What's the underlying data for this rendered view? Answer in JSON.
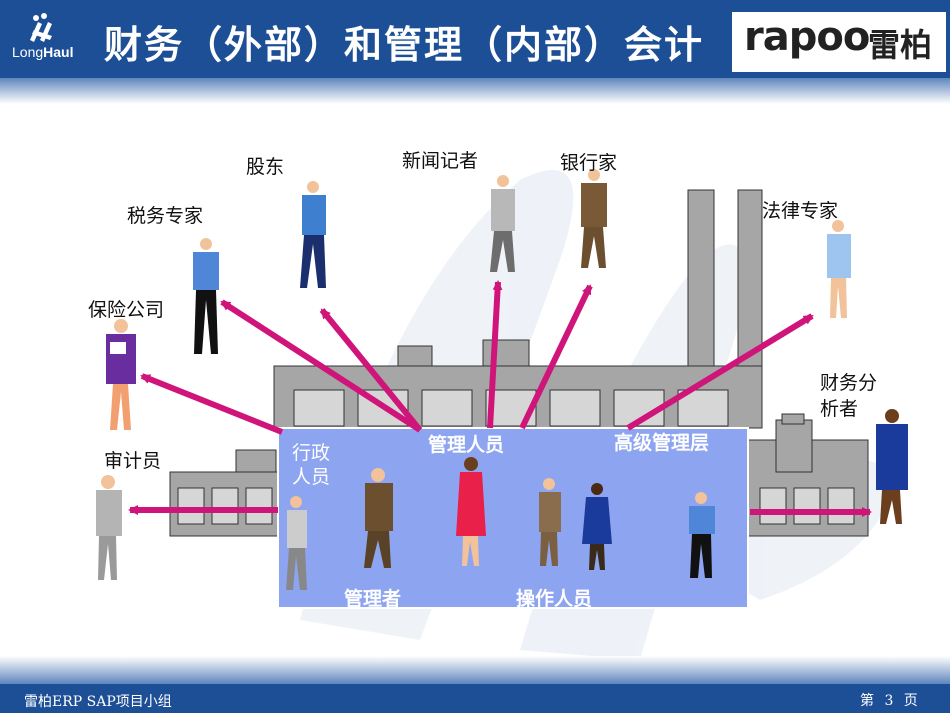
{
  "header": {
    "title": "财务（外部）和管理（内部）会计",
    "logo_text_light": "Long",
    "logo_text_bold": "Haul",
    "brand_latin": "rapoo",
    "brand_cn": "雷柏"
  },
  "external_users": {
    "shareholder": "股东",
    "reporter": "新闻记者",
    "banker": "银行家",
    "tax_expert": "税务专家",
    "legal_expert": "法律专家",
    "insurance": "保险公司",
    "analyst_line1": "财务分",
    "analyst_line2": "析者",
    "auditor": "审计员"
  },
  "internal_users": {
    "admin_line1": "行政",
    "admin_line2": "人员",
    "management_staff": "管理人员",
    "senior_management": "高级管理层",
    "managers": "管理者",
    "operators": "操作人员"
  },
  "footer": {
    "left": "雷柏ERP SAP项目小组",
    "right": "第 3 页"
  },
  "colors": {
    "header_blue": "#1d4f96",
    "arrow_magenta": "#d0157a",
    "panel_blue": "#8da4f0",
    "building_gray": "#9a9a9a"
  }
}
